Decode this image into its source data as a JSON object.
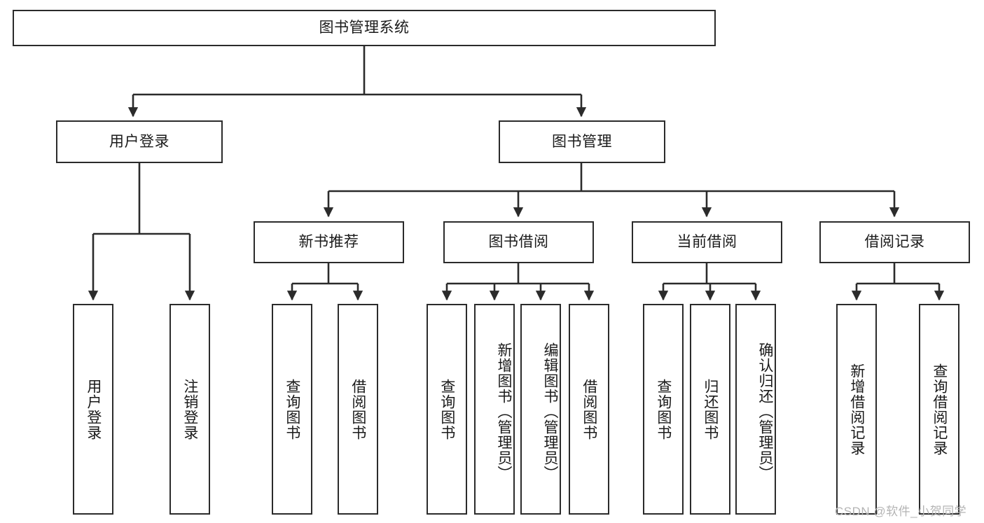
{
  "diagram": {
    "title": "图书管理系统",
    "type": "tree-hierarchy-diagram",
    "root": {
      "label": "图书管理系统"
    },
    "level2": [
      {
        "label": "用户登录"
      },
      {
        "label": "图书管理"
      }
    ],
    "level3": [
      {
        "label": "新书推荐"
      },
      {
        "label": "图书借阅"
      },
      {
        "label": "当前借阅"
      },
      {
        "label": "借阅记录"
      }
    ],
    "leaves": {
      "user_login": [
        {
          "label": "用户登录"
        },
        {
          "label": "注销登录"
        }
      ],
      "new_book_recommend": [
        {
          "label": "查询图书"
        },
        {
          "label": "借阅图书"
        }
      ],
      "book_borrow": [
        {
          "label": "查询图书"
        },
        {
          "label": "新增图书（管理员）"
        },
        {
          "label": "编辑图书（管理员）"
        },
        {
          "label": "借阅图书"
        }
      ],
      "current_borrow": [
        {
          "label": "查询图书"
        },
        {
          "label": "归还图书"
        },
        {
          "label": "确认归还（管理员）"
        }
      ],
      "borrow_record": [
        {
          "label": "新增借阅记录"
        },
        {
          "label": "查询借阅记录"
        }
      ]
    }
  },
  "watermark": {
    "text": "CSDN @软件_小贺同学"
  },
  "colors": {
    "stroke": "#2b2b2b",
    "fill": "#ffffff",
    "text": "#1a1a1a",
    "watermark": "#b4b4b4"
  }
}
